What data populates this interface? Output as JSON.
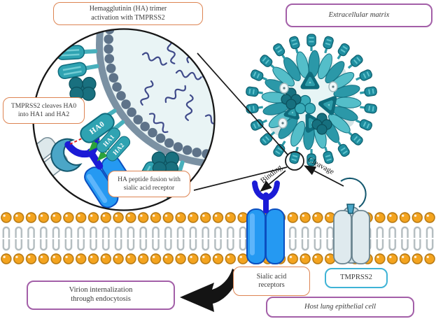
{
  "title_boxes": {
    "ha_activation": {
      "line1": "Hemagglutinin (HA) trimer",
      "line2": "activation with TMPRSS2"
    },
    "extracellular_matrix": {
      "text": "Extracellular matrix"
    },
    "tmprss2_cleaves": {
      "line1": "TMPRSS2 cleaves HA0",
      "line2": "into HA1 and HA2"
    },
    "ha_fusion": {
      "line1": "HA peptide fusion with",
      "line2": "sialic acid receptor"
    },
    "sialic_receptors": {
      "line1": "Sialic acid",
      "line2": "receptors"
    },
    "tmprss2": {
      "text": "TMPRSS2"
    },
    "host_cell": {
      "text": "Host lung epithelial cell"
    },
    "virion_internalization": {
      "line1": "Virion internalization",
      "line2": "through endocytosis"
    }
  },
  "annotations": {
    "binding": "Binding",
    "cleavage": "Cleavage",
    "ha0": "HA0",
    "ha1": "HA1",
    "ha2": "HA2"
  },
  "colors": {
    "orange": "#dd8452",
    "purple": "#a35fa8",
    "cyan": "#3eb3d6",
    "membrane_head": "#f4a41f",
    "spike": "#2fa3b2",
    "receptor_blue": "#2599f2",
    "y_blue": "#1b1bd6",
    "enzyme_blue": "#4ba6c7",
    "red_arrow": "#e02020",
    "green_arrow": "#2ba33c"
  }
}
